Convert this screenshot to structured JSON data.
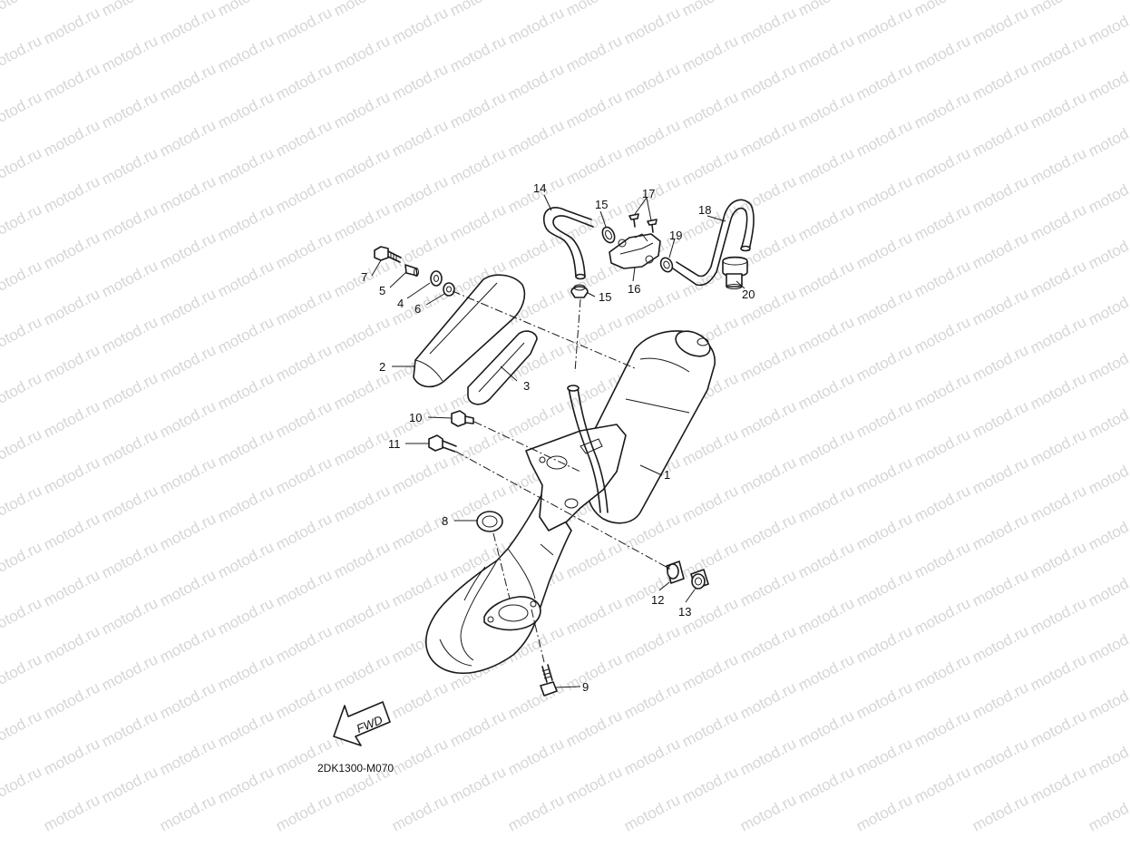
{
  "watermark": {
    "text": "motod.ru"
  },
  "diagram_code": "2DK1300-M070",
  "direction_arrow": {
    "label": "FWD"
  },
  "callouts": {
    "c1": "1",
    "c2": "2",
    "c3": "3",
    "c4": "4",
    "c5": "5",
    "c6": "6",
    "c7": "7",
    "c8": "8",
    "c9": "9",
    "c10": "10",
    "c11": "11",
    "c12": "12",
    "c13": "13",
    "c14": "14",
    "c15a": "15",
    "c15b": "15",
    "c16": "16",
    "c17": "17",
    "c18": "18",
    "c19": "19",
    "c20": "20"
  }
}
